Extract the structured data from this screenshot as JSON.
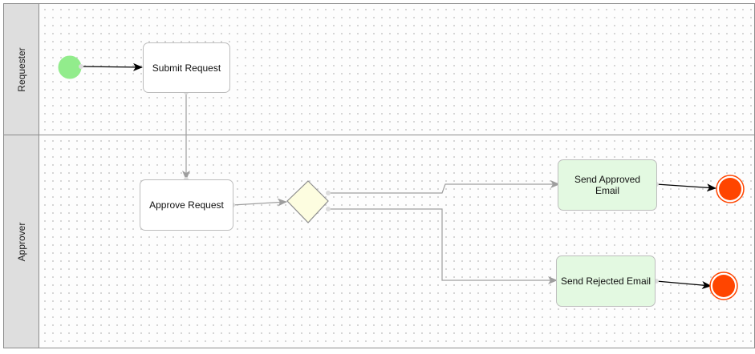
{
  "lanes": [
    {
      "label": "Requester"
    },
    {
      "label": "Approver"
    }
  ],
  "tasks": {
    "submit": {
      "label": "Submit Request"
    },
    "approve": {
      "label": "Approve Request"
    },
    "send_approved": {
      "label": "Send Approved Email"
    },
    "send_rejected": {
      "label": "Send Rejected Email"
    }
  },
  "colors": {
    "start_event": "#92ec8c",
    "end_event": "#ff4500",
    "gateway_fill": "#fdfde0",
    "task_green": "#e3f9e1",
    "edge_gray": "#9e9e9e",
    "edge_black": "#000000"
  }
}
